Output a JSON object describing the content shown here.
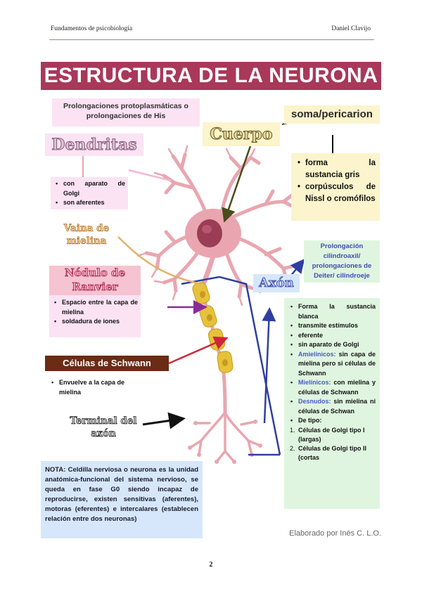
{
  "header": {
    "left": "Fundamentos de psicobiología",
    "right": "Daniel Clavijo"
  },
  "footer": {
    "page_number": "2"
  },
  "poster": {
    "title": "ESTRUCTURA DE LA NEURONA",
    "prolongaciones_box": "Prolongaciones protoplasmáticas o prolongaciones de His",
    "dendritas_label": "Dendritas",
    "dendritas_items": [
      "con aparato de Golgi",
      "son aferentes"
    ],
    "cuerpo_label": "Cuerpo",
    "soma_label": "soma/pericarion",
    "soma_items": [
      "forma la sustancia gris",
      "corpúsculos de Nissl o cromófilos"
    ],
    "vaina_label": "Vaina de mielina",
    "nodulo_label": "Nódulo de Ranvier",
    "nodulo_items": [
      "Espacio entre la capa de mielina",
      "soldadura de iones"
    ],
    "schwann_label": "Células de Schwann",
    "schwann_items": [
      "Envuelve a la capa de mielina"
    ],
    "terminal_label": "Terminal del axón",
    "axon_label": "Axón",
    "axon_box": "Prolongación cilindroaxil/ prolongaciones de Deiter/ cilindroeje",
    "axon_items": [
      {
        "label": "",
        "text": "Forma la sustancia blanca"
      },
      {
        "label": "",
        "text": "transmite estímulos"
      },
      {
        "label": "",
        "text": "eferente"
      },
      {
        "label": "",
        "text": "sin aparato de Golgi"
      },
      {
        "label": "Amielínicos:",
        "text": "sin capa de mielina pero si células de Schwann"
      },
      {
        "label": "Mielínicos:",
        "text": "con mielina y células de Schwann"
      },
      {
        "label": "Desnudos:",
        "text": "sin mielina ni células de Schwan"
      },
      {
        "label": "",
        "text": "De tipo:"
      }
    ],
    "axon_types": [
      {
        "num": "1.",
        "text": "Células de Golgi tipo I (largas)"
      },
      {
        "num": "2.",
        "text": "Células de Golgi tipo II (cortas"
      }
    ],
    "nota": "NOTA: Celdilla nerviosa o neurona es la unidad anatómica-funcional del sistema nervioso, se queda en fase G0 siendo incapaz de reproducirse, existen sensitivas (aferentes), motoras (eferentes) e intercalares (establecen relación entre dos neuronas)",
    "credit": "Elaborado por Inés C. L.O."
  },
  "colors": {
    "title_bg": "#a9385a",
    "pink_box": "#fbe3f4",
    "yellow_box": "#fbf4cc",
    "green_box": "#dff5df",
    "blue_box": "#d6e7fb",
    "schwann_bg": "#6b2b14",
    "neuron_pink": "#e9a6b0",
    "nucleus": "#9a3d55",
    "myelin": "#e6c23a",
    "axon_blue_text": "#4a58c8"
  }
}
